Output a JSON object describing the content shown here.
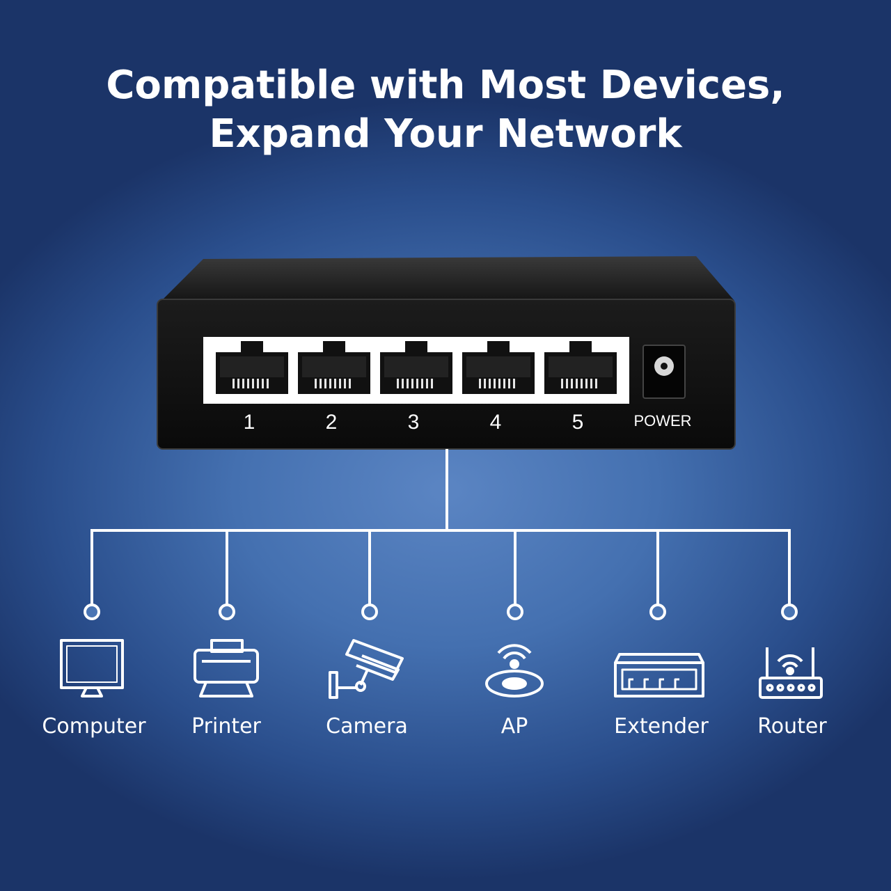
{
  "headline": {
    "line1": "Compatible with Most Devices,",
    "line2": "Expand Your Network"
  },
  "switch": {
    "ports": [
      "1",
      "2",
      "3",
      "4",
      "5"
    ],
    "power_label": "POWER"
  },
  "devices": [
    {
      "label": "Computer",
      "icon": "computer-icon"
    },
    {
      "label": "Printer",
      "icon": "printer-icon"
    },
    {
      "label": "Camera",
      "icon": "camera-icon"
    },
    {
      "label": "AP",
      "icon": "access-point-icon"
    },
    {
      "label": "Extender",
      "icon": "extender-icon"
    },
    {
      "label": "Router",
      "icon": "router-icon"
    }
  ],
  "colors": {
    "background": "#4470b0",
    "switch_body": "#111111",
    "line": "#ffffff"
  }
}
